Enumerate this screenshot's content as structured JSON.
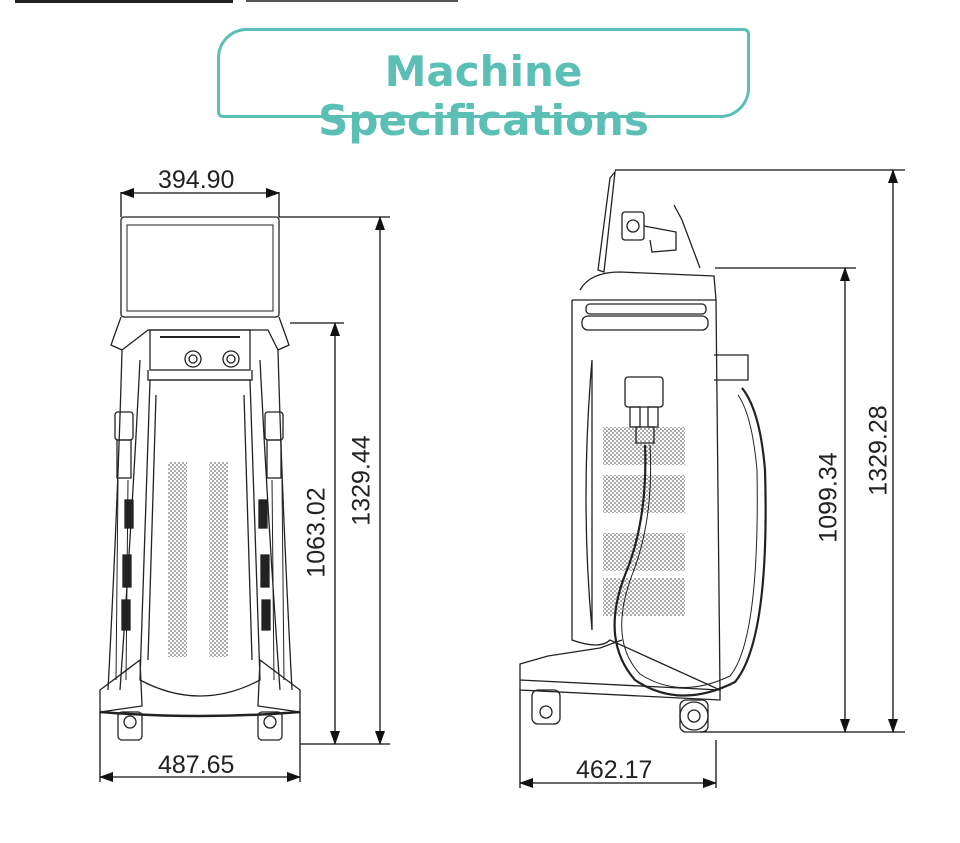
{
  "title": "Machine Specifications",
  "accent_color": "#5bbfb5",
  "front_view": {
    "top_width": "394.90",
    "base_width": "487.65",
    "handle_height": "1063.02",
    "total_height": "1329.44"
  },
  "side_view": {
    "base_depth": "462.17",
    "body_height": "1099.34",
    "total_height": "1329.28"
  }
}
